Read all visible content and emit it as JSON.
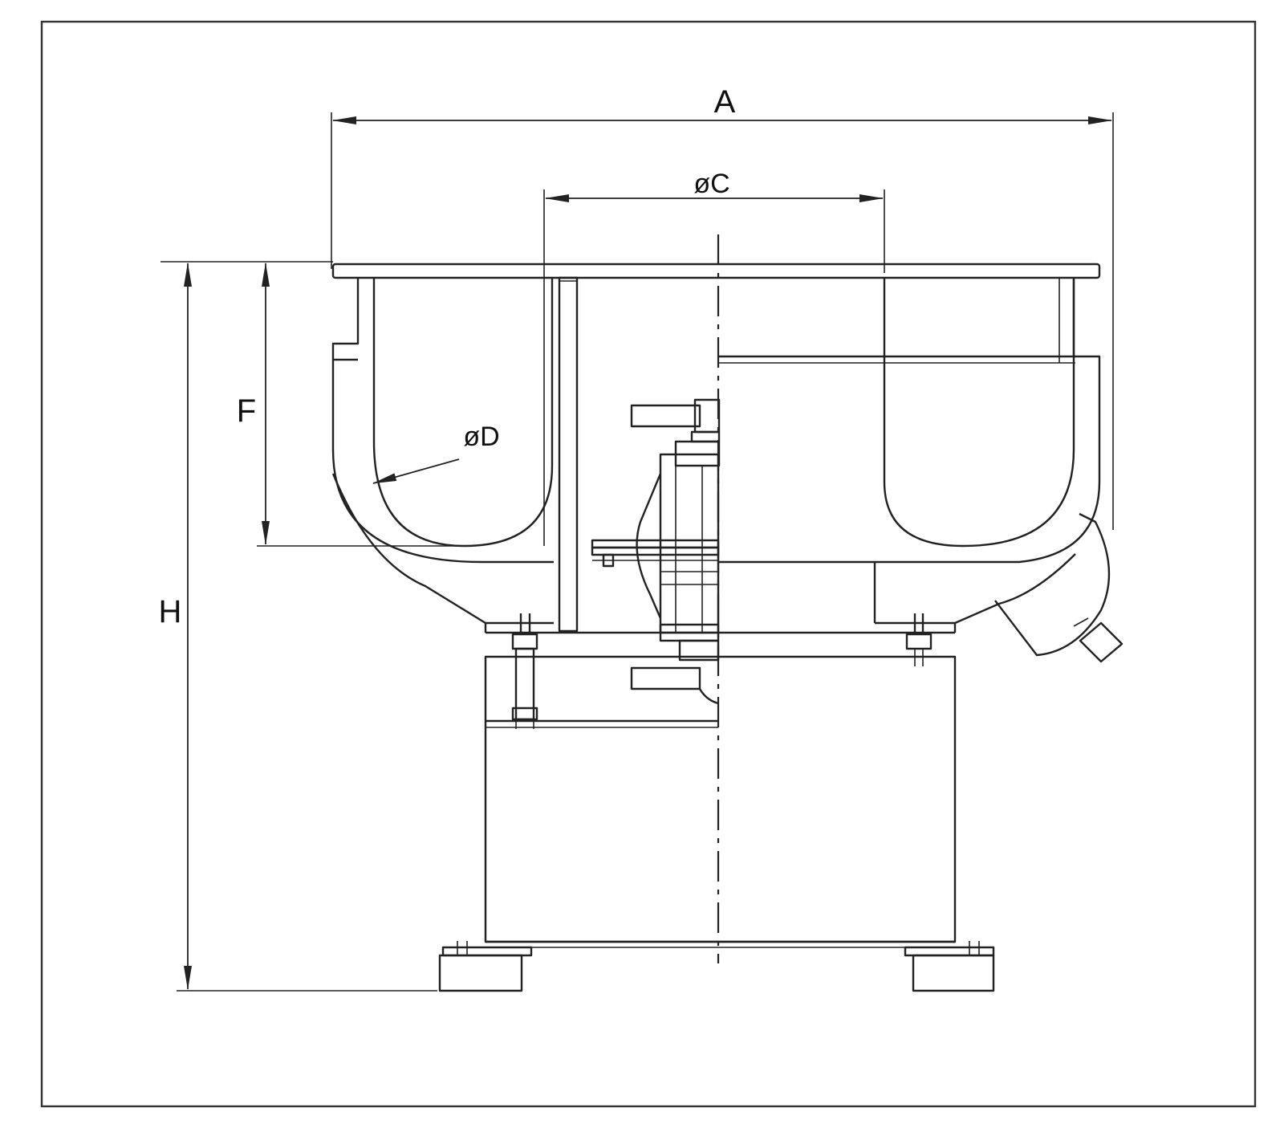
{
  "diagram": {
    "dimensions": {
      "a": "A",
      "c": "øC",
      "d": "øD",
      "f": "F",
      "h": "H"
    }
  }
}
